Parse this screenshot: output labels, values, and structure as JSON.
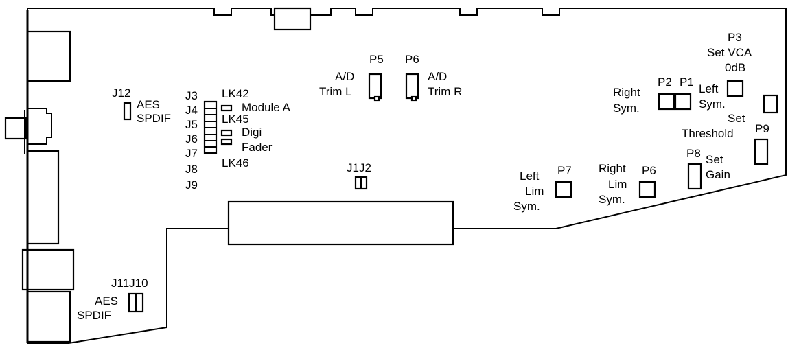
{
  "labels": {
    "j12": "J12",
    "aes_top": "AES",
    "spdif_top": "SPDIF",
    "j3": "J3",
    "j4": "J4",
    "j5": "J5",
    "j6": "J6",
    "j7": "J7",
    "j8": "J8",
    "j9": "J9",
    "lk42": "LK42",
    "module_a": "Module A",
    "lk45": "LK45",
    "digi": "Digi",
    "fader": "Fader",
    "lk46": "LK46",
    "p5": "P5",
    "ad_l": "A/D",
    "trim_l": "Trim L",
    "p6_top": "P6",
    "ad_r": "A/D",
    "trim_r": "Trim R",
    "p3": "P3",
    "set_vca": "Set VCA",
    "odb": "0dB",
    "right_sym_1": "Right",
    "right_sym_2": "Sym.",
    "p2": "P2",
    "p1": "P1",
    "left_sym_1": "Left",
    "left_sym_2": "Sym.",
    "set_1": "Set",
    "threshold": "Threshold",
    "p9": "P9",
    "j1j2": "J1J2",
    "left_lim_1": "Left",
    "left_lim_2": "Lim",
    "left_lim_3": "Sym.",
    "p7": "P7",
    "right_lim_1": "Right",
    "right_lim_2": "Lim",
    "right_lim_3": "Sym.",
    "p6_bottom": "P6",
    "p8": "P8",
    "set_gain_1": "Set",
    "set_gain_2": "Gain",
    "j11j10": "J11J10",
    "aes_bottom": "AES",
    "spdif_bottom": "SPDIF"
  }
}
